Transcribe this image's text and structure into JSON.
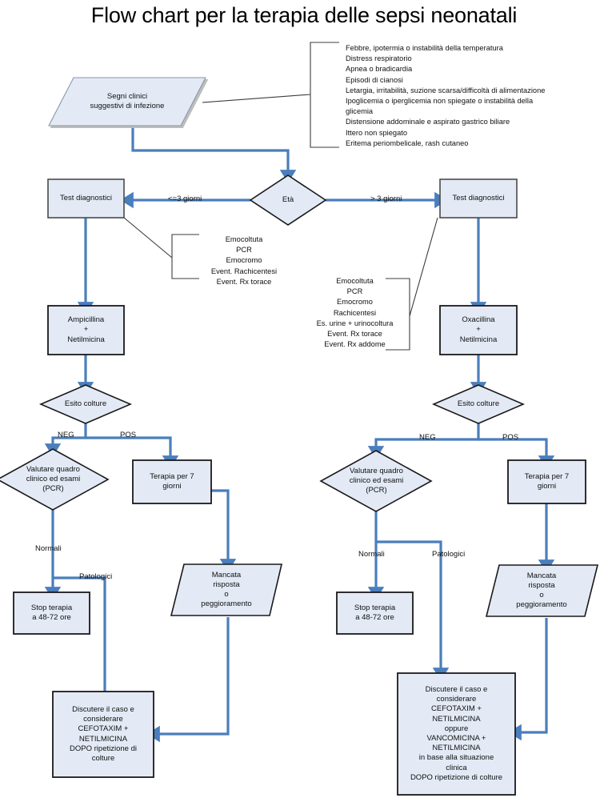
{
  "title": "Flow chart per la terapia delle sepsi neonatali",
  "colors": {
    "node_fill": "#e3eaf5",
    "node_stroke": "#1a1a1a",
    "parallelogram_stroke": "#8a97a8",
    "connector": "#4a7ebc",
    "note_stroke": "#3c3c3c",
    "text": "#111111",
    "background": "#ffffff"
  },
  "nodes": {
    "start": {
      "label": "Segni clinici\nsuggestivi di infezione",
      "shape": "parallelogram"
    },
    "age_decision": {
      "label": "Età",
      "shape": "diamond"
    },
    "tests_left": {
      "label": "Test diagnostici",
      "shape": "rect"
    },
    "tests_right": {
      "label": "Test diagnostici",
      "shape": "rect"
    },
    "therapy_left": {
      "label": "Ampicillina\n+\nNetilmicina",
      "shape": "rect"
    },
    "therapy_right": {
      "label": "Oxacillina\n+\nNetilmicina",
      "shape": "rect"
    },
    "cultures_left": {
      "label": "Esito colture",
      "shape": "diamond"
    },
    "cultures_right": {
      "label": "Esito colture",
      "shape": "diamond"
    },
    "evaluate_left": {
      "label": "Valutare quadro\nclinico ed esami\n(PCR)",
      "shape": "diamond"
    },
    "evaluate_right": {
      "label": "Valutare quadro\nclinico ed esami\n(PCR)",
      "shape": "diamond"
    },
    "therapy7_left": {
      "label": "Terapia per 7\ngiorni",
      "shape": "rect"
    },
    "therapy7_right": {
      "label": "Terapia per 7\ngiorni",
      "shape": "rect"
    },
    "stop_left": {
      "label": "Stop terapia\na 48-72 ore",
      "shape": "rect"
    },
    "stop_right": {
      "label": "Stop terapia\na 48-72 ore",
      "shape": "rect"
    },
    "failure_left": {
      "label": "Mancata\nrisposta\no\npeggioramento",
      "shape": "parallelogram"
    },
    "failure_right": {
      "label": "Mancata\nrisposta\no\npeggioramento",
      "shape": "parallelogram"
    },
    "discuss_left": {
      "label": "Discutere il caso e\nconsiderare\nCEFOTAXIM +\nNETILMICINA\nDOPO ripetizione di\ncolture",
      "shape": "rect"
    },
    "discuss_right": {
      "label": "Discutere il caso e\nconsiderare\nCEFOTAXIM +\nNETILMICINA\noppure\nVANCOMICINA +\nNETILMICINA\nin base alla situazione\nclinica\nDOPO ripetizione di colture",
      "shape": "rect"
    }
  },
  "edge_labels": {
    "age_le3": "<=3 giorni",
    "age_gt3": "> 3 giorni",
    "neg_left": "NEG",
    "pos_left": "POS",
    "neg_right": "NEG",
    "pos_right": "POS",
    "normal_left": "Normali",
    "patho_left": "Patologici",
    "normal_right": "Normali",
    "patho_right": "Patologici"
  },
  "notes": {
    "clinical_signs": {
      "align": "left",
      "items": [
        "Febbre, ipotermia o instabilità della temperatura",
        "Distress respiratorio",
        "Apnea o bradicardia",
        "Episodi di cianosi",
        "Letargia, irritabilità, suzione scarsa/difficoltà di alimentazione",
        "Ipoglicemia o iperglicemia non spiegate o instabilità della",
        "glicemia",
        "Distensione addominale e aspirato gastrico biliare",
        "Ittero non spiegato",
        "Eritema periombelicale, rash cutaneo"
      ]
    },
    "tests_left_list": {
      "align": "center",
      "items": [
        "Emocoltuta",
        "PCR",
        "Emocromo",
        "Event. Rachicentesi",
        "Event. Rx torace"
      ]
    },
    "tests_right_list": {
      "align": "center",
      "items": [
        "Emocoltuta",
        "PCR",
        "Emocromo",
        "Rachicentesi",
        "Es. urine + urinocoltura",
        "Event. Rx torace",
        "Event. Rx addome"
      ]
    }
  }
}
